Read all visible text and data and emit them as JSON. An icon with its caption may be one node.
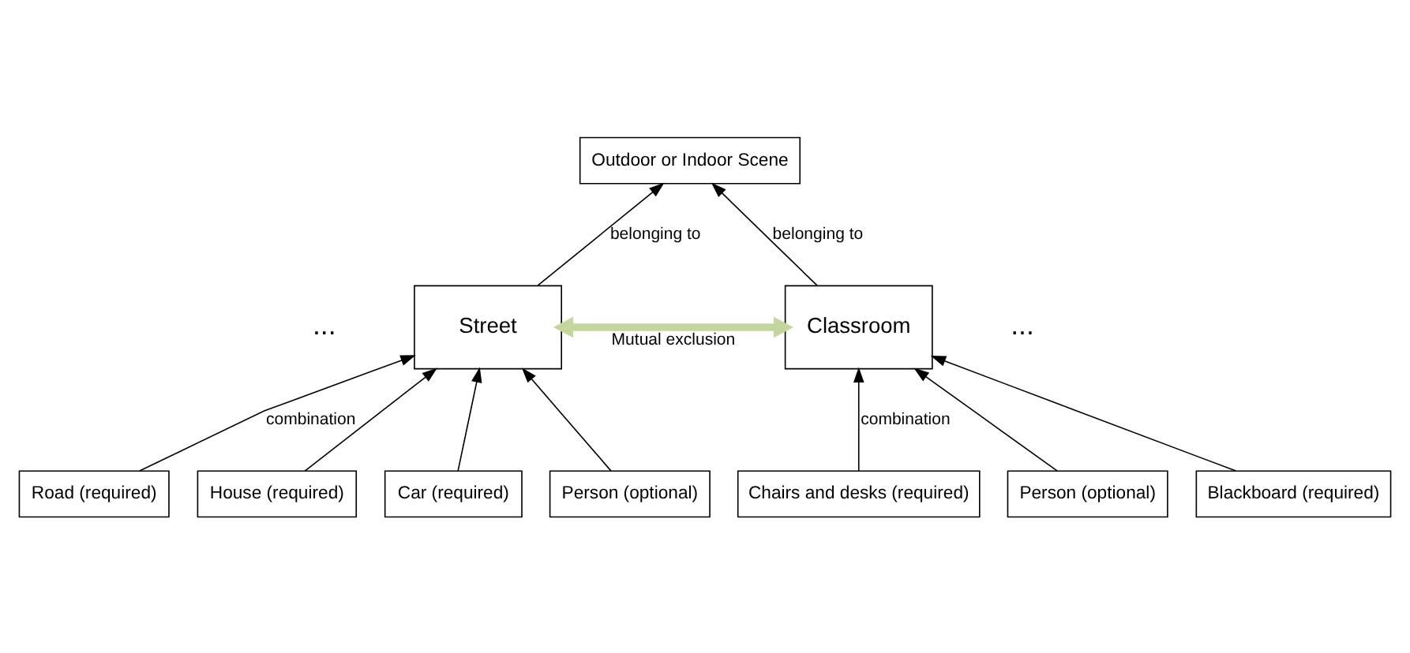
{
  "diagram": {
    "nodes": [
      {
        "text": [
          "Outdoor or Indoor Scene"
        ]
      },
      {
        "text": [
          "Street"
        ]
      },
      {
        "text": [
          "Classroom"
        ]
      },
      {
        "text": [
          "Road (required)"
        ]
      },
      {
        "text": [
          "House (required)"
        ]
      },
      {
        "text": [
          "Car (required)"
        ]
      },
      {
        "text": [
          "Person (optional)"
        ]
      },
      {
        "text": [
          "Chairs and desks (required)"
        ]
      },
      {
        "text": [
          "Person (optional)"
        ]
      },
      {
        "text": [
          "Blackboard (required)"
        ]
      }
    ],
    "edges": [
      {
        "from": 1,
        "to": 0,
        "arrow": "to",
        "label": "belonging to"
      },
      {
        "from": 2,
        "to": 0,
        "arrow": "to",
        "label": "belonging to"
      },
      {
        "from": 1,
        "to": 2,
        "arrow": "both",
        "label": "Mutual exclusion",
        "style": "thick",
        "color": "#c3d69b"
      },
      {
        "from": 3,
        "to": 1,
        "arrow": "to",
        "label": "combination"
      },
      {
        "from": 4,
        "to": 1,
        "arrow": "to"
      },
      {
        "from": 5,
        "to": 1,
        "arrow": "to"
      },
      {
        "from": 6,
        "to": 1,
        "arrow": "to"
      },
      {
        "from": 7,
        "to": 2,
        "arrow": "to",
        "label": "combination"
      },
      {
        "from": 8,
        "to": 2,
        "arrow": "to"
      },
      {
        "from": 9,
        "to": 2,
        "arrow": "to"
      }
    ],
    "labels": [
      "...",
      "..."
    ]
  }
}
